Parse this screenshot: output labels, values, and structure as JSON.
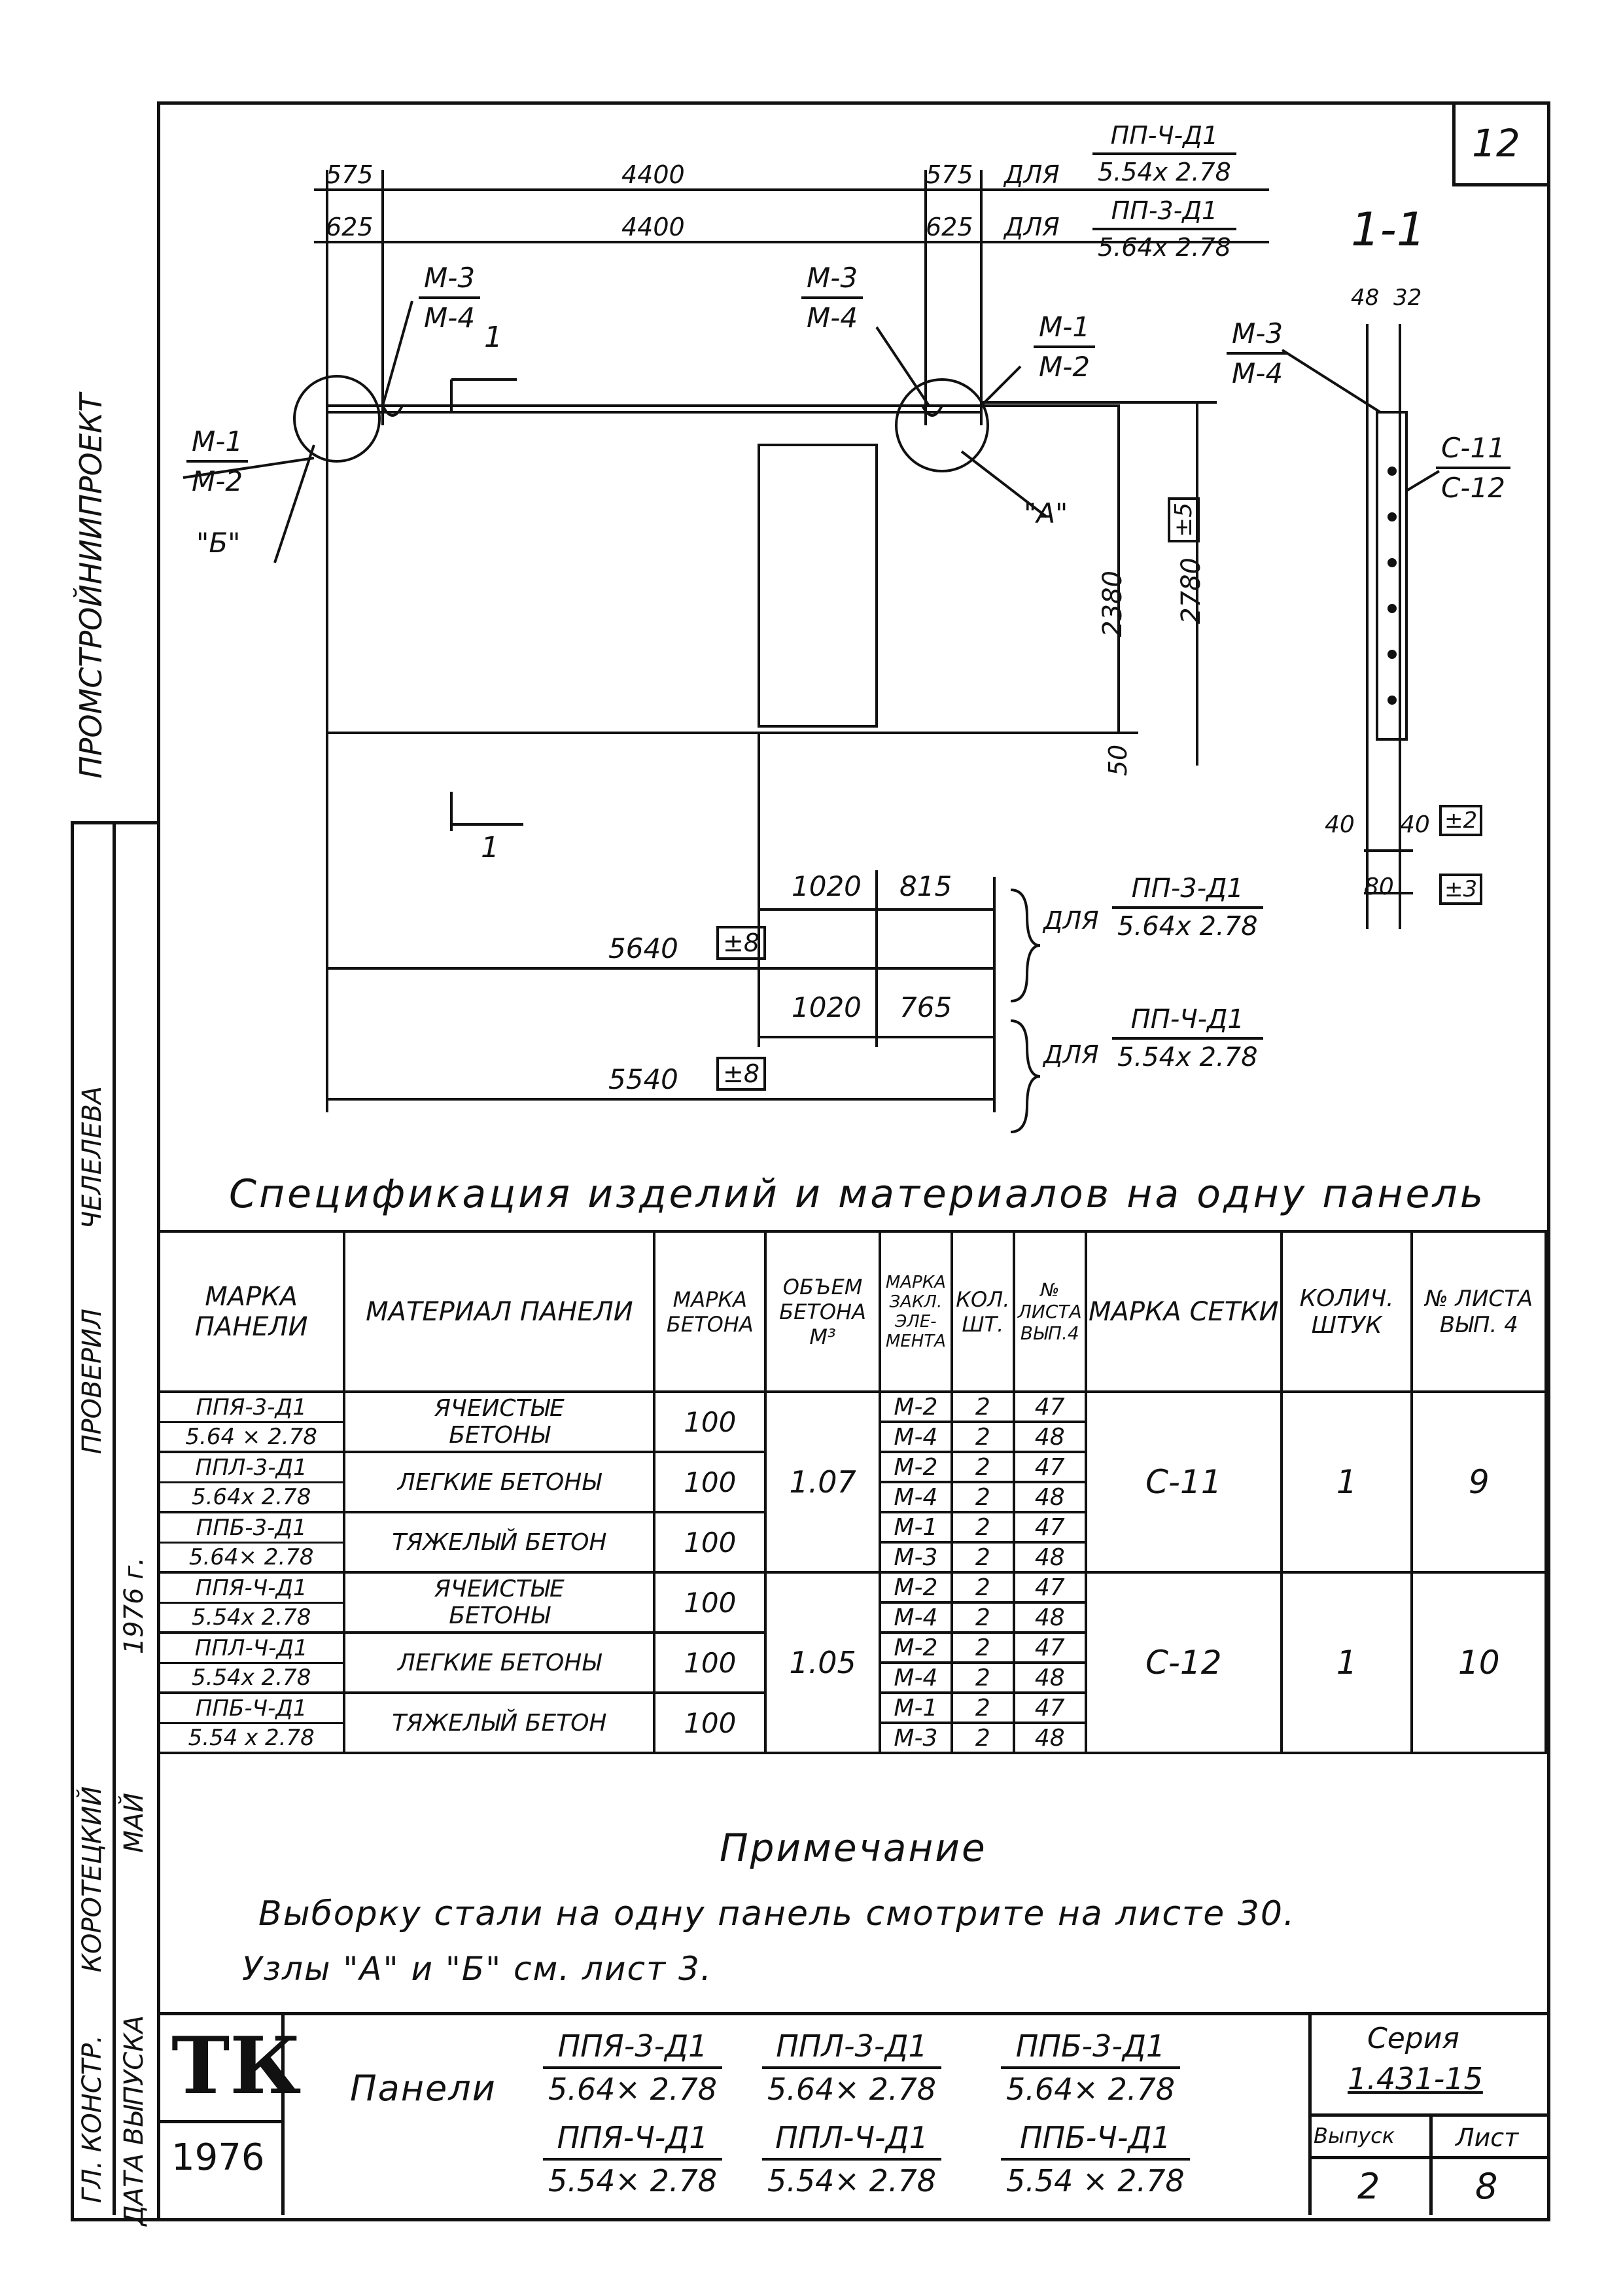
{
  "sheet_number_corner": "12",
  "left_margin": {
    "org": "ПРОМСТРОЙНИИПРОЕКТ",
    "roles": [
      "ПРОВЕРИЛ",
      "ЧЕЛЕЛЕВА",
      "ГЛ. КОНСТР.",
      "КОРОТЕЦКИЙ",
      "ДАТА ВЫПУСКА",
      "МАЙ",
      "1976 г."
    ]
  },
  "drawing": {
    "dims_top_1": [
      "575",
      "4400",
      "575"
    ],
    "dims_top_2": [
      "625",
      "4400",
      "625"
    ],
    "for_label": "ДЛЯ",
    "panel_4": {
      "name": "ПП-Ч-Д1",
      "size": "5.54х 2.78"
    },
    "panel_3": {
      "name": "ПП-3-Д1",
      "size": "5.64х 2.78"
    },
    "marks": [
      "М-3",
      "М-4",
      "М-1",
      "М-2",
      "\"Б\"",
      "\"А\""
    ],
    "height_dims": [
      "2380",
      "2780",
      "±5",
      "50"
    ],
    "bottom_dims_3": [
      "1020",
      "815",
      "5640",
      "±8"
    ],
    "bottom_dims_4": [
      "1020",
      "765",
      "5540",
      "±8"
    ],
    "section_label": "1-1",
    "section_dims": [
      "48",
      "32",
      "40",
      "40",
      "±2",
      "80",
      "±3"
    ],
    "section_marks": [
      "М-3",
      "М-4",
      "С-11",
      "С-12"
    ],
    "cut_label": "1"
  },
  "spec": {
    "title": "Спецификация изделий и материалов на одну панель",
    "headers": [
      "МАРКА ПАНЕЛИ",
      "МАТЕРИАЛ ПАНЕЛИ",
      "МАРКА БЕТОНА",
      "ОБЪЕМ БЕТОНА М³",
      "МАРКА ЗАКЛ. ЭЛЕ-МЕНТА",
      "КОЛ. ШТ.",
      "№ ЛИСТА ВЫП.4",
      "МАРКА СЕТКИ",
      "КОЛИЧ. ШТУК",
      "№ ЛИСТА ВЫП. 4"
    ],
    "groups": [
      {
        "volume": "1.07",
        "mesh": "С-11",
        "qty": "1",
        "sheet": "9",
        "rows": [
          {
            "panel": "ППЯ-3-Д1",
            "size": "5.64 × 2.78",
            "material": "ЯЧЕИСТЫЕ БЕТОНЫ",
            "grade": "100",
            "items": [
              [
                "М-2",
                "2",
                "47"
              ],
              [
                "М-4",
                "2",
                "48"
              ]
            ]
          },
          {
            "panel": "ППЛ-3-Д1",
            "size": "5.64х 2.78",
            "material": "ЛЕГКИЕ БЕТОНЫ",
            "grade": "100",
            "items": [
              [
                "М-2",
                "2",
                "47"
              ],
              [
                "М-4",
                "2",
                "48"
              ]
            ]
          },
          {
            "panel": "ППБ-3-Д1",
            "size": "5.64× 2.78",
            "material": "ТЯЖЕЛЫЙ БЕТОН",
            "grade": "100",
            "items": [
              [
                "М-1",
                "2",
                "47"
              ],
              [
                "М-3",
                "2",
                "48"
              ]
            ]
          }
        ]
      },
      {
        "volume": "1.05",
        "mesh": "С-12",
        "qty": "1",
        "sheet": "10",
        "rows": [
          {
            "panel": "ППЯ-Ч-Д1",
            "size": "5.54х 2.78",
            "material": "ЯЧЕИСТЫЕ БЕТОНЫ",
            "grade": "100",
            "items": [
              [
                "М-2",
                "2",
                "47"
              ],
              [
                "М-4",
                "2",
                "48"
              ]
            ]
          },
          {
            "panel": "ППЛ-Ч-Д1",
            "size": "5.54х 2.78",
            "material": "ЛЕГКИЕ БЕТОНЫ",
            "grade": "100",
            "items": [
              [
                "М-2",
                "2",
                "47"
              ],
              [
                "М-4",
                "2",
                "48"
              ]
            ]
          },
          {
            "panel": "ППБ-Ч-Д1",
            "size": "5.54 х 2.78",
            "material": "ТЯЖЕЛЫЙ БЕТОН",
            "grade": "100",
            "items": [
              [
                "М-1",
                "2",
                "47"
              ],
              [
                "М-3",
                "2",
                "48"
              ]
            ]
          }
        ]
      }
    ]
  },
  "note": {
    "title": "Примечание",
    "line1": "Выборку стали на одну панель смотрите на листе 30.",
    "line2": "Узлы \"А\" и \"Б\" см. лист 3."
  },
  "title_block": {
    "logo": "ТК",
    "year": "1976",
    "label": "Панели",
    "panels": [
      {
        "name": "ППЯ-3-Д1",
        "size": "5.64× 2.78"
      },
      {
        "name": "ППЛ-3-Д1",
        "size": "5.64× 2.78"
      },
      {
        "name": "ППБ-3-Д1",
        "size": "5.64× 2.78"
      },
      {
        "name": "ППЯ-Ч-Д1",
        "size": "5.54× 2.78"
      },
      {
        "name": "ППЛ-Ч-Д1",
        "size": "5.54× 2.78"
      },
      {
        "name": "ППБ-Ч-Д1",
        "size": "5.54 × 2.78"
      }
    ],
    "series_label": "Серия",
    "series": "1.431-15",
    "issue_label": "Выпуск",
    "sheet_label": "Лист",
    "issue": "2",
    "sheet": "8"
  }
}
